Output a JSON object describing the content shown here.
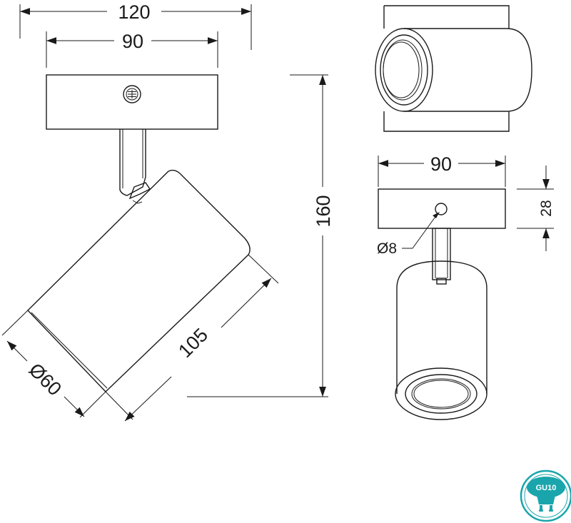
{
  "dimensions": {
    "width_total": "120",
    "width_base": "90",
    "height_total": "160",
    "length_head": "105",
    "diameter_head": "Ø60",
    "base_width_front": "90",
    "base_height": "28",
    "hole_diameter": "Ø8"
  },
  "badge": {
    "label": "GU10",
    "icon": "gu10-bulb-icon",
    "color": "#1aa5ac"
  }
}
